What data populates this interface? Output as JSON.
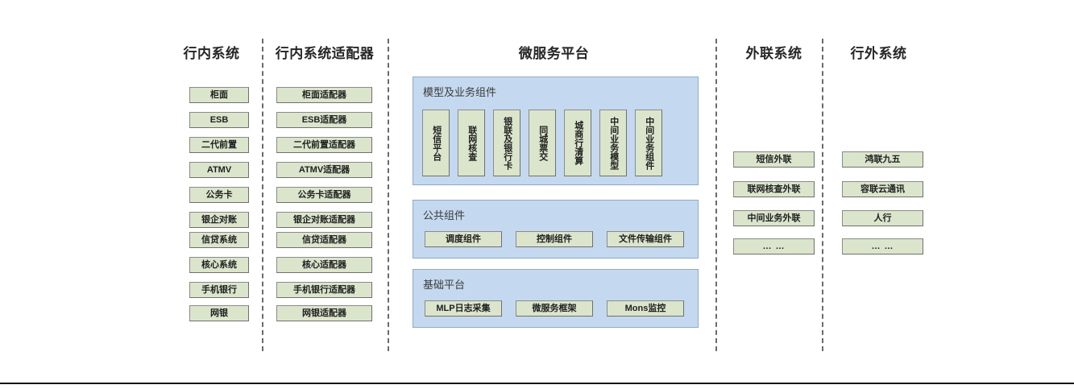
{
  "diagram": {
    "columns": [
      {
        "id": "intra-bank-systems",
        "title": "行内系统",
        "items": [
          "柜面",
          "ESB",
          "二代前置",
          "ATMV",
          "公务卡",
          "银企对账",
          "信贷系统",
          "核心系统",
          "手机银行",
          "网银"
        ]
      },
      {
        "id": "intra-bank-adapters",
        "title": "行内系统适配器",
        "items": [
          "柜面适配器",
          "ESB适配器",
          "二代前置适配器",
          "ATMV适配器",
          "公务卡适配器",
          "银企对账适配器",
          "信贷适配器",
          "核心适配器",
          "手机银行适配器",
          "网银适配器"
        ]
      },
      {
        "id": "microservice-platform",
        "title": "微服务平台",
        "groups": [
          {
            "id": "model-business-components",
            "title": "模型及业务组件",
            "orientation": "vertical",
            "items": [
              "短信平台",
              "联网核查",
              "银联及银行卡",
              "同城票交",
              "城商行清算",
              "中间业务模型",
              "中间业务组件"
            ]
          },
          {
            "id": "public-components",
            "title": "公共组件",
            "orientation": "horizontal",
            "items": [
              "调度组件",
              "控制组件",
              "文件传输组件"
            ]
          },
          {
            "id": "base-platform",
            "title": "基础平台",
            "orientation": "horizontal",
            "items": [
              "MLP日志采集",
              "微服务框架",
              "Mons监控"
            ]
          }
        ]
      },
      {
        "id": "external-link-systems",
        "title": "外联系统",
        "items": [
          "短信外联",
          "联网核查外联",
          "中间业务外联",
          "… …"
        ]
      },
      {
        "id": "outside-bank-systems",
        "title": "行外系统",
        "items": [
          "鸿联九五",
          "容联云通讯",
          "人行",
          "… …"
        ]
      }
    ],
    "colors": {
      "node_fill": "#dbe5cc",
      "node_border": "#8a8a8a",
      "panel_fill": "#c4d9ef",
      "panel_border": "#8fa9c4",
      "divider": "#6b6b6b",
      "title_text": "#262626",
      "panel_title_text": "#3a3a3a",
      "background": "#ffffff"
    }
  }
}
